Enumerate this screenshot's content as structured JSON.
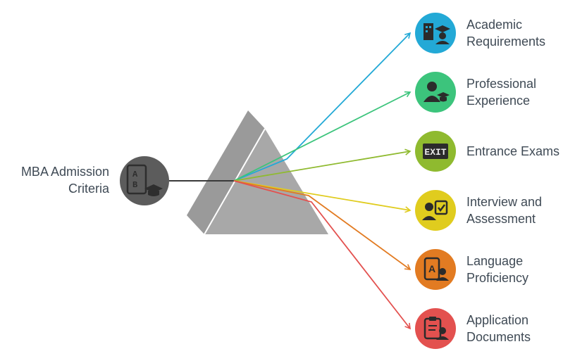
{
  "source": {
    "lines": [
      "MBA Admission",
      "Criteria"
    ],
    "icon": "ab-exam-graduate-icon",
    "color": "#5c5c5c"
  },
  "outputs": [
    {
      "lines": [
        "Academic",
        "Requirements"
      ],
      "icon": "academic-building-graduate-icon",
      "color": "#23a9d6"
    },
    {
      "lines": [
        "Professional",
        "Experience"
      ],
      "icon": "professional-graduate-icon",
      "color": "#3cc47c"
    },
    {
      "lines": [
        "Entrance Exams"
      ],
      "icon": "exit-sign-icon",
      "exit_text": "EXIT",
      "color": "#8fba2f"
    },
    {
      "lines": [
        "Interview and",
        "Assessment"
      ],
      "icon": "interview-checklist-icon",
      "color": "#e0cc1e"
    },
    {
      "lines": [
        "Language",
        "Proficiency"
      ],
      "icon": "language-tablet-icon",
      "glyph": "A",
      "color": "#e27b22"
    },
    {
      "lines": [
        "Application",
        "Documents"
      ],
      "icon": "clipboard-document-icon",
      "color": "#e3514f"
    }
  ]
}
